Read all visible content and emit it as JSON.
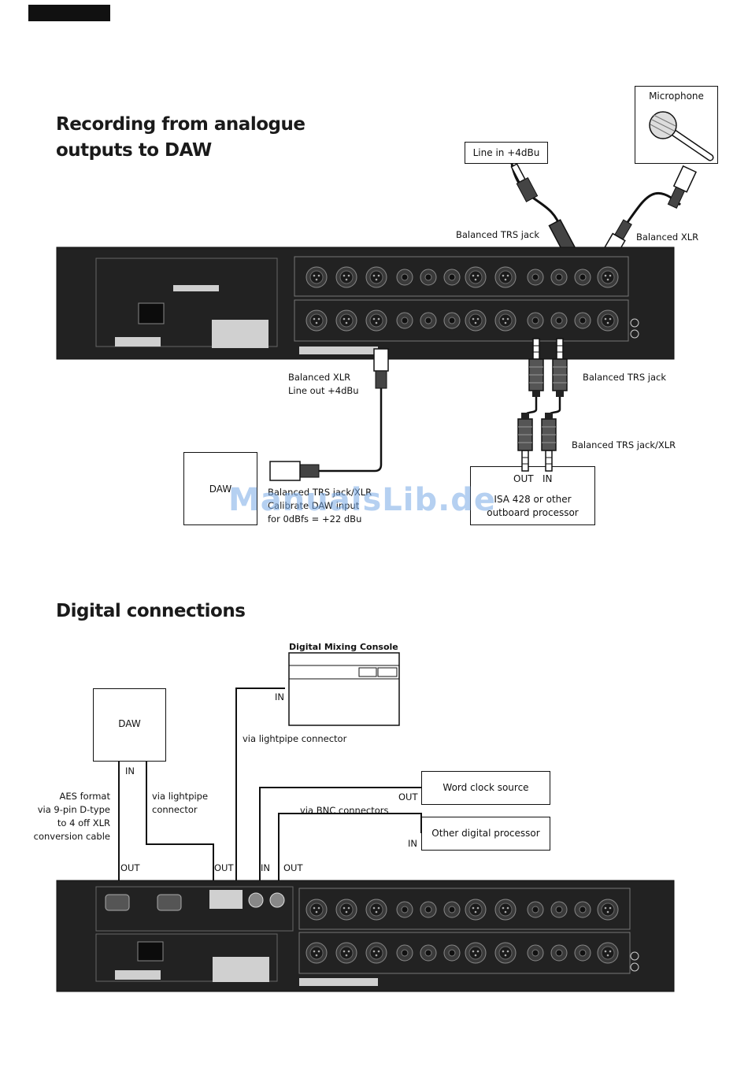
{
  "section_analogue": {
    "title": "Recording from analogue\noutputs to DAW",
    "microphone_box": "Microphone",
    "line_in_box": "Line in +4dBu",
    "label_balanced_trs_top": "Balanced TRS jack",
    "label_balanced_xlr_top": "Balanced XLR",
    "label_balanced_xlr_out_1": "Balanced XLR",
    "label_balanced_xlr_out_2": "Line out +4dBu",
    "label_trs_right": "Balanced TRS jack",
    "label_trs_xlr_right": "Balanced TRS jack/XLR",
    "daw_box": "DAW",
    "daw_note_1": "Balanced TRS jack/XLR",
    "daw_note_2": "Calibrate DAW input",
    "daw_note_3": "for 0dBfs = +22 dBu",
    "processor_ports": "OUT   IN",
    "processor_line_1": "ISA 428 or other",
    "processor_line_2": "outboard processor"
  },
  "section_digital": {
    "title": "Digital connections",
    "mixing_console_label": "Digital Mixing Console",
    "console_in": "IN",
    "via_lightpipe_connector": "via lightpipe connector",
    "daw_box": "DAW",
    "daw_in": "IN",
    "aes_text_1": "AES format",
    "aes_text_2": "via 9-pin D-type",
    "aes_text_3": "to 4 off XLR",
    "aes_text_4": "conversion cable",
    "lightpipe_text_1": "via lightpipe",
    "lightpipe_text_2": "connector",
    "word_clock_box": "Word clock source",
    "word_clock_out": "OUT",
    "via_bnc": "via BNC connectors",
    "other_processor_box": "Other digital processor",
    "other_processor_in": "IN",
    "port_out_1": "OUT",
    "port_out_2": "OUT",
    "port_in": "IN",
    "port_out_3": "OUT"
  },
  "watermark": "ManualsLib.de",
  "colors": {
    "panel": "#222222",
    "line": "#111111",
    "watermark": "#78aae6"
  }
}
